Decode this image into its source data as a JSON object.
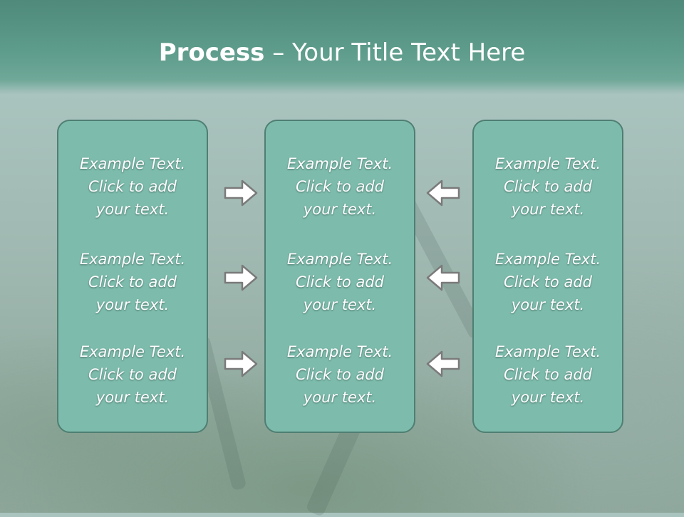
{
  "title": {
    "bold": "Process",
    "rest": " – Your Title Text Here"
  },
  "columns": [
    {
      "items": [
        {
          "l1": "Example Text.",
          "l2": "Click  to add",
          "l3": "your text."
        },
        {
          "l1": "Example Text.",
          "l2": "Click  to add",
          "l3": "your text."
        },
        {
          "l1": "Example Text.",
          "l2": "Click  to add",
          "l3": "your text."
        }
      ]
    },
    {
      "items": [
        {
          "l1": "Example Text.",
          "l2": "Click  to add",
          "l3": "your text."
        },
        {
          "l1": "Example Text.",
          "l2": "Click  to add",
          "l3": "your text."
        },
        {
          "l1": "Example Text.",
          "l2": "Click  to add",
          "l3": "your text."
        }
      ]
    },
    {
      "items": [
        {
          "l1": "Example Text.",
          "l2": "Click  to add",
          "l3": "your text."
        },
        {
          "l1": "Example Text.",
          "l2": "Click  to add",
          "l3": "your text."
        },
        {
          "l1": "Example Text.",
          "l2": "Click  to add",
          "l3": "your text."
        }
      ]
    }
  ],
  "colors": {
    "title_bar": "#5e9c8b",
    "box_fill": "#7dbcac",
    "box_border": "#4f7f72",
    "arrow_fill": "#ffffff",
    "arrow_stroke": "#7a7a7a"
  },
  "icons": {
    "left_arrows": "arrow-right-icon",
    "right_arrows": "arrow-left-icon"
  }
}
